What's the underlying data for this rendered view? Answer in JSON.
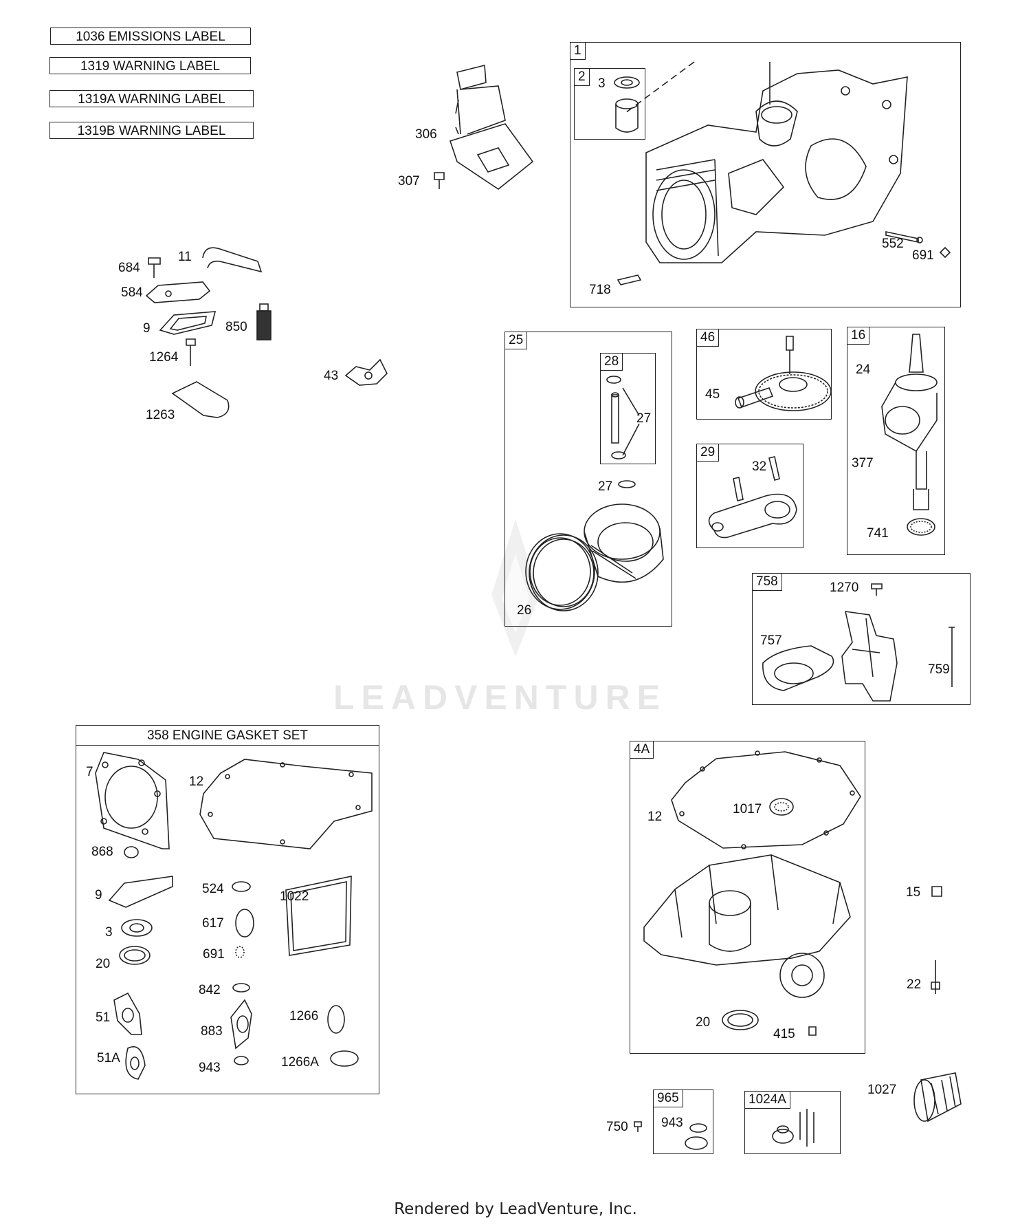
{
  "label_parts": [
    "1036 EMISSIONS LABEL",
    "1319 WARNING LABEL",
    "1319A WARNING LABEL",
    "1319B WARNING LABEL"
  ],
  "loose_parts": {
    "p306": "306",
    "p307": "307",
    "p684": "684",
    "p11": "11",
    "p584": "584",
    "p9": "9",
    "p850": "850",
    "p1264": "1264",
    "p1263": "1263",
    "p43": "43"
  },
  "box_1": {
    "tag": "1",
    "sub_tag": "2",
    "p3": "3",
    "p552": "552",
    "p691": "691",
    "p718": "718"
  },
  "box_25": {
    "tag": "25",
    "sub_tag": "28",
    "p27a": "27",
    "p27b": "27",
    "p26": "26"
  },
  "box_46": {
    "tag": "46",
    "p45": "45"
  },
  "box_16": {
    "tag": "16",
    "p24": "24",
    "p377": "377",
    "p741": "741"
  },
  "box_29": {
    "tag": "29",
    "p32": "32"
  },
  "box_758": {
    "tag": "758",
    "p1270": "1270",
    "p757": "757",
    "p759": "759"
  },
  "gasket_set": {
    "title": "358 ENGINE GASKET SET",
    "p7": "7",
    "p12": "12",
    "p868": "868",
    "p9": "9",
    "p524": "524",
    "p1022": "1022",
    "p3": "3",
    "p617": "617",
    "p20": "20",
    "p691": "691",
    "p842": "842",
    "p51": "51",
    "p883": "883",
    "p1266": "1266",
    "p51A": "51A",
    "p943": "943",
    "p1266A": "1266A"
  },
  "box_4A": {
    "tag": "4A",
    "p12": "12",
    "p1017": "1017",
    "p20": "20",
    "p415": "415"
  },
  "right_parts": {
    "p15": "15",
    "p22": "22",
    "p1027": "1027",
    "p750": "750"
  },
  "box_965": {
    "tag": "965",
    "p943": "943"
  },
  "box_1024A": {
    "tag": "1024A"
  },
  "watermark": "LEADVENTURE",
  "footer": "Rendered by LeadVenture, Inc."
}
